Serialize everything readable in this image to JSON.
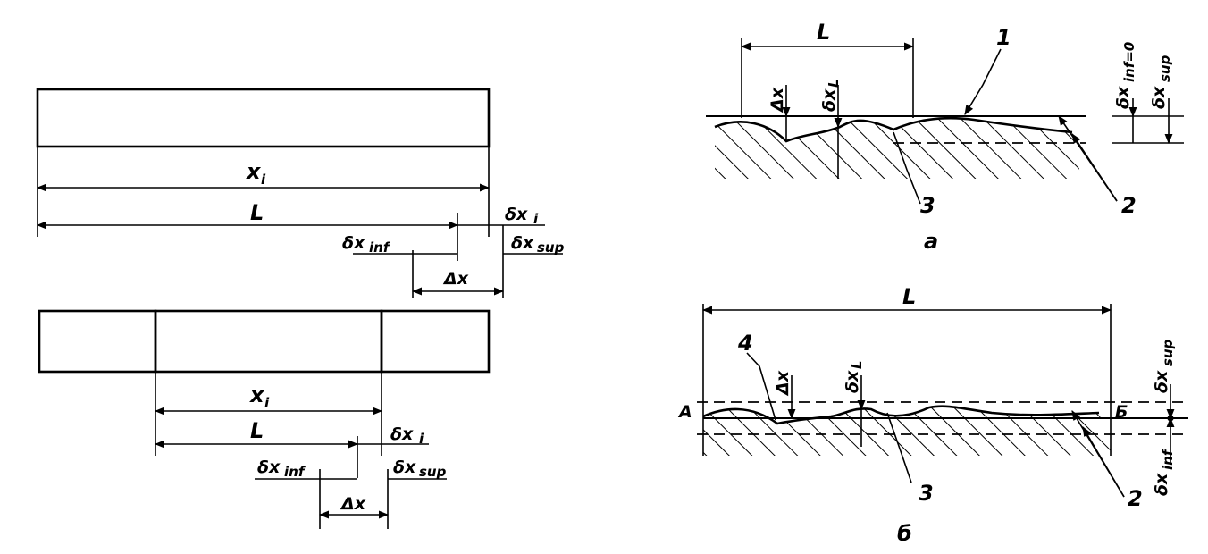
{
  "labels": {
    "xi": "x",
    "xi_sub": "i",
    "L": "L",
    "dx_i": "δx",
    "dx_i_sub": "i",
    "dx_inf": "δx",
    "dx_inf_sub": "inf",
    "dx_sup": "δx",
    "dx_sup_sub": "sup",
    "delta_x": "Δx",
    "dx_L": "δx",
    "dx_L_sub": "L",
    "dx_inf_zero": "δx",
    "dx_inf_zero_sub": "inf=0",
    "n1": "1",
    "n2": "2",
    "n3": "3",
    "n4": "4",
    "A": "A",
    "B": "Б",
    "cap_a": "а",
    "cap_b": "б"
  }
}
